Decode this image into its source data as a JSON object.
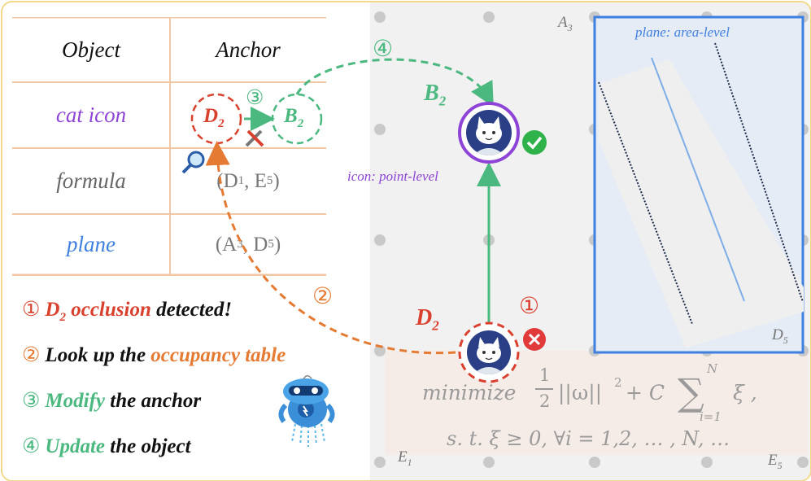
{
  "table": {
    "headers": [
      "Object",
      "Anchor"
    ],
    "rows": [
      {
        "object": "cat icon",
        "object_color": "#8e44d6",
        "anchor_from": "D",
        "anchor_from_sub": "2",
        "step": "③",
        "anchor_to": "B",
        "anchor_to_sub": "2"
      },
      {
        "object": "formula",
        "object_color": "#666666",
        "anchor": "(D",
        "anchor_sub1": "1",
        "anchor_mid": " , E",
        "anchor_sub2": "5",
        "anchor_end": ")"
      },
      {
        "object": "plane",
        "object_color": "#3e7fe0",
        "anchor": "(A",
        "anchor_sub1": "3",
        "anchor_mid": " , D",
        "anchor_sub2": "5",
        "anchor_end": ")"
      }
    ]
  },
  "steps": [
    {
      "num": "①",
      "color": "#d9412e",
      "parts": [
        {
          "t": "D",
          "c": "#d9412e"
        },
        {
          "t": "2",
          "c": "#d9412e",
          "sub": true
        },
        {
          "t": " occlusion",
          "c": "#d9412e"
        },
        {
          "t": " detected!",
          "c": "#111111"
        }
      ]
    },
    {
      "num": "②",
      "color": "#e57a32",
      "parts": [
        {
          "t": "Look up the ",
          "c": "#111111"
        },
        {
          "t": "occupancy table",
          "c": "#e57a32"
        }
      ]
    },
    {
      "num": "③",
      "color": "#4bb87f",
      "parts": [
        {
          "t": "Modify",
          "c": "#4bb87f"
        },
        {
          "t": " the anchor",
          "c": "#111111"
        }
      ]
    },
    {
      "num": "④",
      "color": "#4bb87f",
      "parts": [
        {
          "t": "Update",
          "c": "#4bb87f"
        },
        {
          "t": " the object",
          "c": "#111111"
        }
      ]
    }
  ],
  "canvas": {
    "grid_labels": {
      "a3": "A",
      "a3_sub": "3",
      "d5": "D",
      "d5_sub": "5",
      "e1": "E",
      "e1_sub": "1",
      "e5": "E",
      "e5_sub": "5"
    },
    "plane_label": "plane: area-level",
    "icon_label": "icon: point-level",
    "b2_label": "B",
    "b2_sub": "2",
    "d2_label": "D",
    "d2_sub": "2",
    "step1_marker": "①",
    "step2_marker": "②",
    "step4_marker": "④",
    "formula_line1_a": "minimize",
    "formula_frac_num": "1",
    "formula_frac_den": "2",
    "formula_line1_b": "||ω||",
    "formula_line1_sup": "2",
    "formula_line1_c": "+ C",
    "formula_sum_top": "N",
    "formula_sum_bottom": "i=1",
    "formula_line1_d": "ξ ,",
    "formula_line2": "s. t. ξ ≥ 0, ∀i = 1,2, … , N, …"
  },
  "colors": {
    "red": "#d9412e",
    "orange": "#e57a32",
    "green": "#4bb87f",
    "purple": "#8e44d6",
    "blue": "#3e7fe0",
    "grid_dot": "#c9c9c9",
    "table_line": "#f2c7a6"
  }
}
